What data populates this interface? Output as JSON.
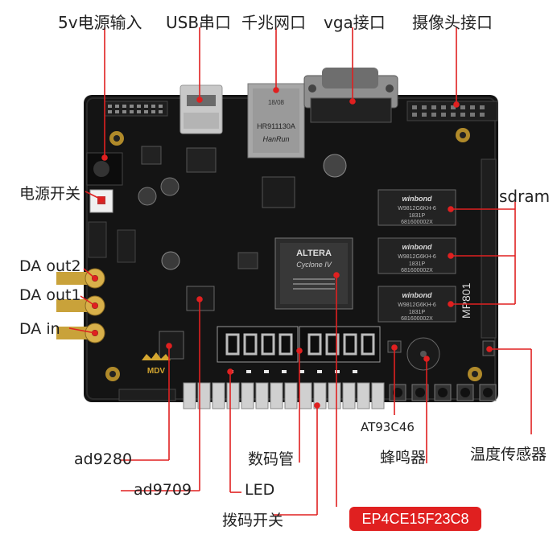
{
  "labels": {
    "power_in": "5v电源输入",
    "usb": "USB串口",
    "ethernet": "千兆网口",
    "vga": "vga接口",
    "camera": "摄像头接口",
    "power_switch": "电源开关",
    "da_out2": "DA out2",
    "da_out1": "DA out1",
    "da_in": "DA in",
    "sdram": "sdram",
    "eeprom": "AT93C46",
    "buzzer": "蜂鸣器",
    "temp_sensor": "温度传感器",
    "ad9280": "ad9280",
    "ad9709": "ad9709",
    "seg_display": "数码管",
    "led": "LED",
    "dip_switch": "拨码开关",
    "fpga": "EP4CE15F23C8"
  },
  "board": {
    "fpga_brand": "ALTERA",
    "fpga_family": "Cyclone IV",
    "model": "MP801",
    "logo": "MDV",
    "eth_chip": "HR911130A",
    "eth_brand": "HanRun",
    "sdram_brand": "winbond",
    "sdram_part": "W9812G6KH-6",
    "sdram_lot": "1831P",
    "sdram_code": "681600002X"
  },
  "colors": {
    "accent": "#e02020",
    "board": "#141414",
    "silk": "#d8d8d8"
  }
}
